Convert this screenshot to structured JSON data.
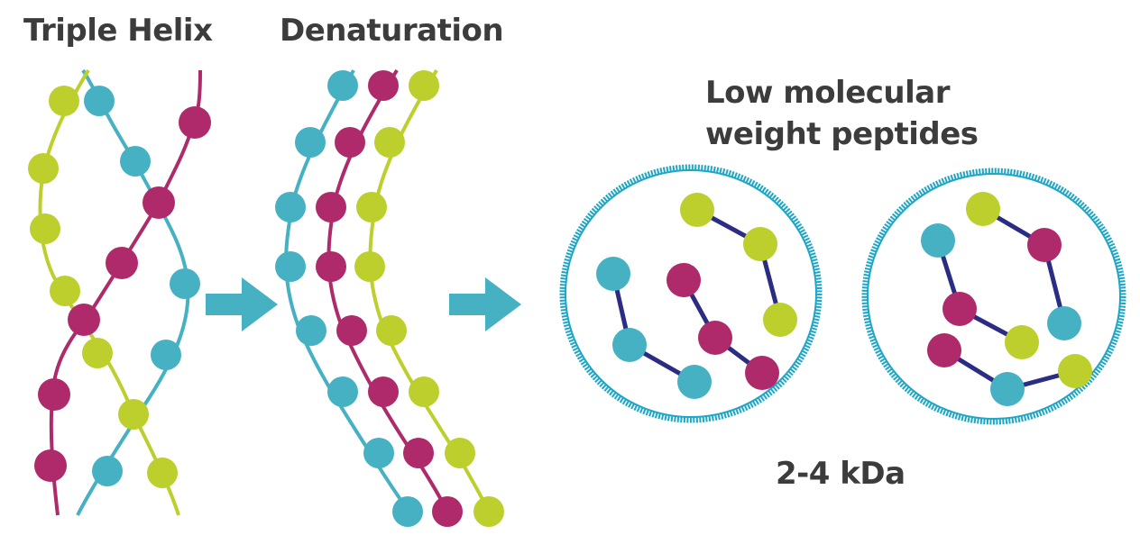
{
  "labels": {
    "triple_helix": "Triple Helix",
    "denaturation": "Denaturation",
    "peptides_line1": "Low molecular",
    "peptides_line2": "weight peptides",
    "size": "2-4 kDa"
  },
  "colors": {
    "cyan": "#45b1c3",
    "magenta": "#ae2a6b",
    "lime": "#bccf2c",
    "bond": "#2b2c83",
    "ring": "#1ea6c6",
    "arrow": "#45b1c3",
    "text": "#3c3c3c"
  },
  "icons": [
    "arrow-right-icon",
    "arrow-right-icon"
  ]
}
